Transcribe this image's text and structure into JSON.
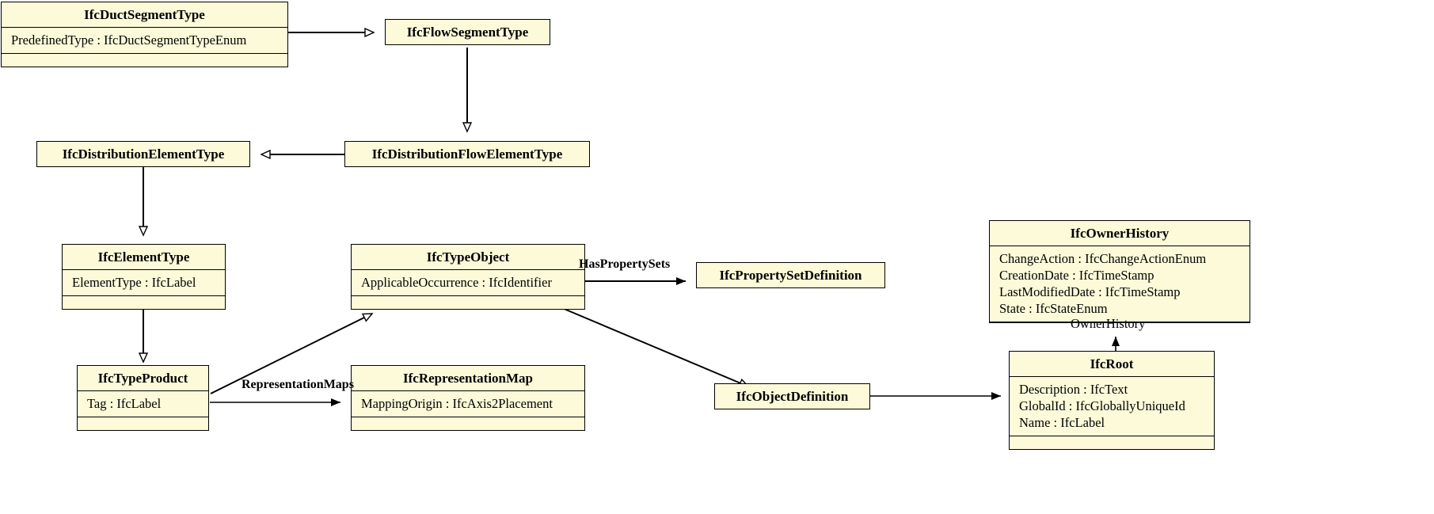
{
  "diagram": {
    "type": "uml-class-diagram",
    "title": "IFC Duct Segment Type inheritance hierarchy",
    "box_fill": "#FCFAD9",
    "box_stroke": "#000000",
    "background": "#FFFFFF"
  },
  "nodes": [
    {
      "id": "IfcDuctSegmentType",
      "name": "IfcDuctSegmentType",
      "attributes": [
        "PredefinedType : IfcDuctSegmentTypeEnum"
      ],
      "has_empty_compartment": true
    },
    {
      "id": "IfcFlowSegmentType",
      "name": "IfcFlowSegmentType",
      "attributes": [],
      "has_empty_compartment": false
    },
    {
      "id": "IfcDistributionElementType",
      "name": "IfcDistributionElementType",
      "attributes": [],
      "has_empty_compartment": false
    },
    {
      "id": "IfcDistributionFlowElementType",
      "name": "IfcDistributionFlowElementType",
      "attributes": [],
      "has_empty_compartment": false
    },
    {
      "id": "IfcElementType",
      "name": "IfcElementType",
      "attributes": [
        "ElementType : IfcLabel"
      ],
      "has_empty_compartment": true
    },
    {
      "id": "IfcTypeObject",
      "name": "IfcTypeObject",
      "attributes": [
        "ApplicableOccurrence : IfcIdentifier"
      ],
      "has_empty_compartment": true
    },
    {
      "id": "IfcPropertySetDefinition",
      "name": "IfcPropertySetDefinition",
      "attributes": [],
      "has_empty_compartment": false
    },
    {
      "id": "IfcTypeProduct",
      "name": "IfcTypeProduct",
      "attributes": [
        "Tag : IfcLabel"
      ],
      "has_empty_compartment": true
    },
    {
      "id": "IfcRepresentationMap",
      "name": "IfcRepresentationMap",
      "attributes": [
        "MappingOrigin : IfcAxis2Placement"
      ],
      "has_empty_compartment": true
    },
    {
      "id": "IfcObjectDefinition",
      "name": "IfcObjectDefinition",
      "attributes": [],
      "has_empty_compartment": false
    },
    {
      "id": "IfcOwnerHistory",
      "name": "IfcOwnerHistory",
      "attributes": [
        "ChangeAction : IfcChangeActionEnum",
        "CreationDate : IfcTimeStamp",
        "LastModifiedDate : IfcTimeStamp",
        "State : IfcStateEnum"
      ],
      "has_empty_compartment": false
    },
    {
      "id": "IfcRoot",
      "name": "IfcRoot",
      "attributes": [
        "Description : IfcText",
        "GlobalId : IfcGloballyUniqueId",
        "Name : IfcLabel"
      ],
      "has_empty_compartment": true
    }
  ],
  "edge_labels": {
    "has_property_sets": "HasPropertySets",
    "representation_maps": "RepresentationMaps",
    "owner_history": "OwnerHistory"
  }
}
